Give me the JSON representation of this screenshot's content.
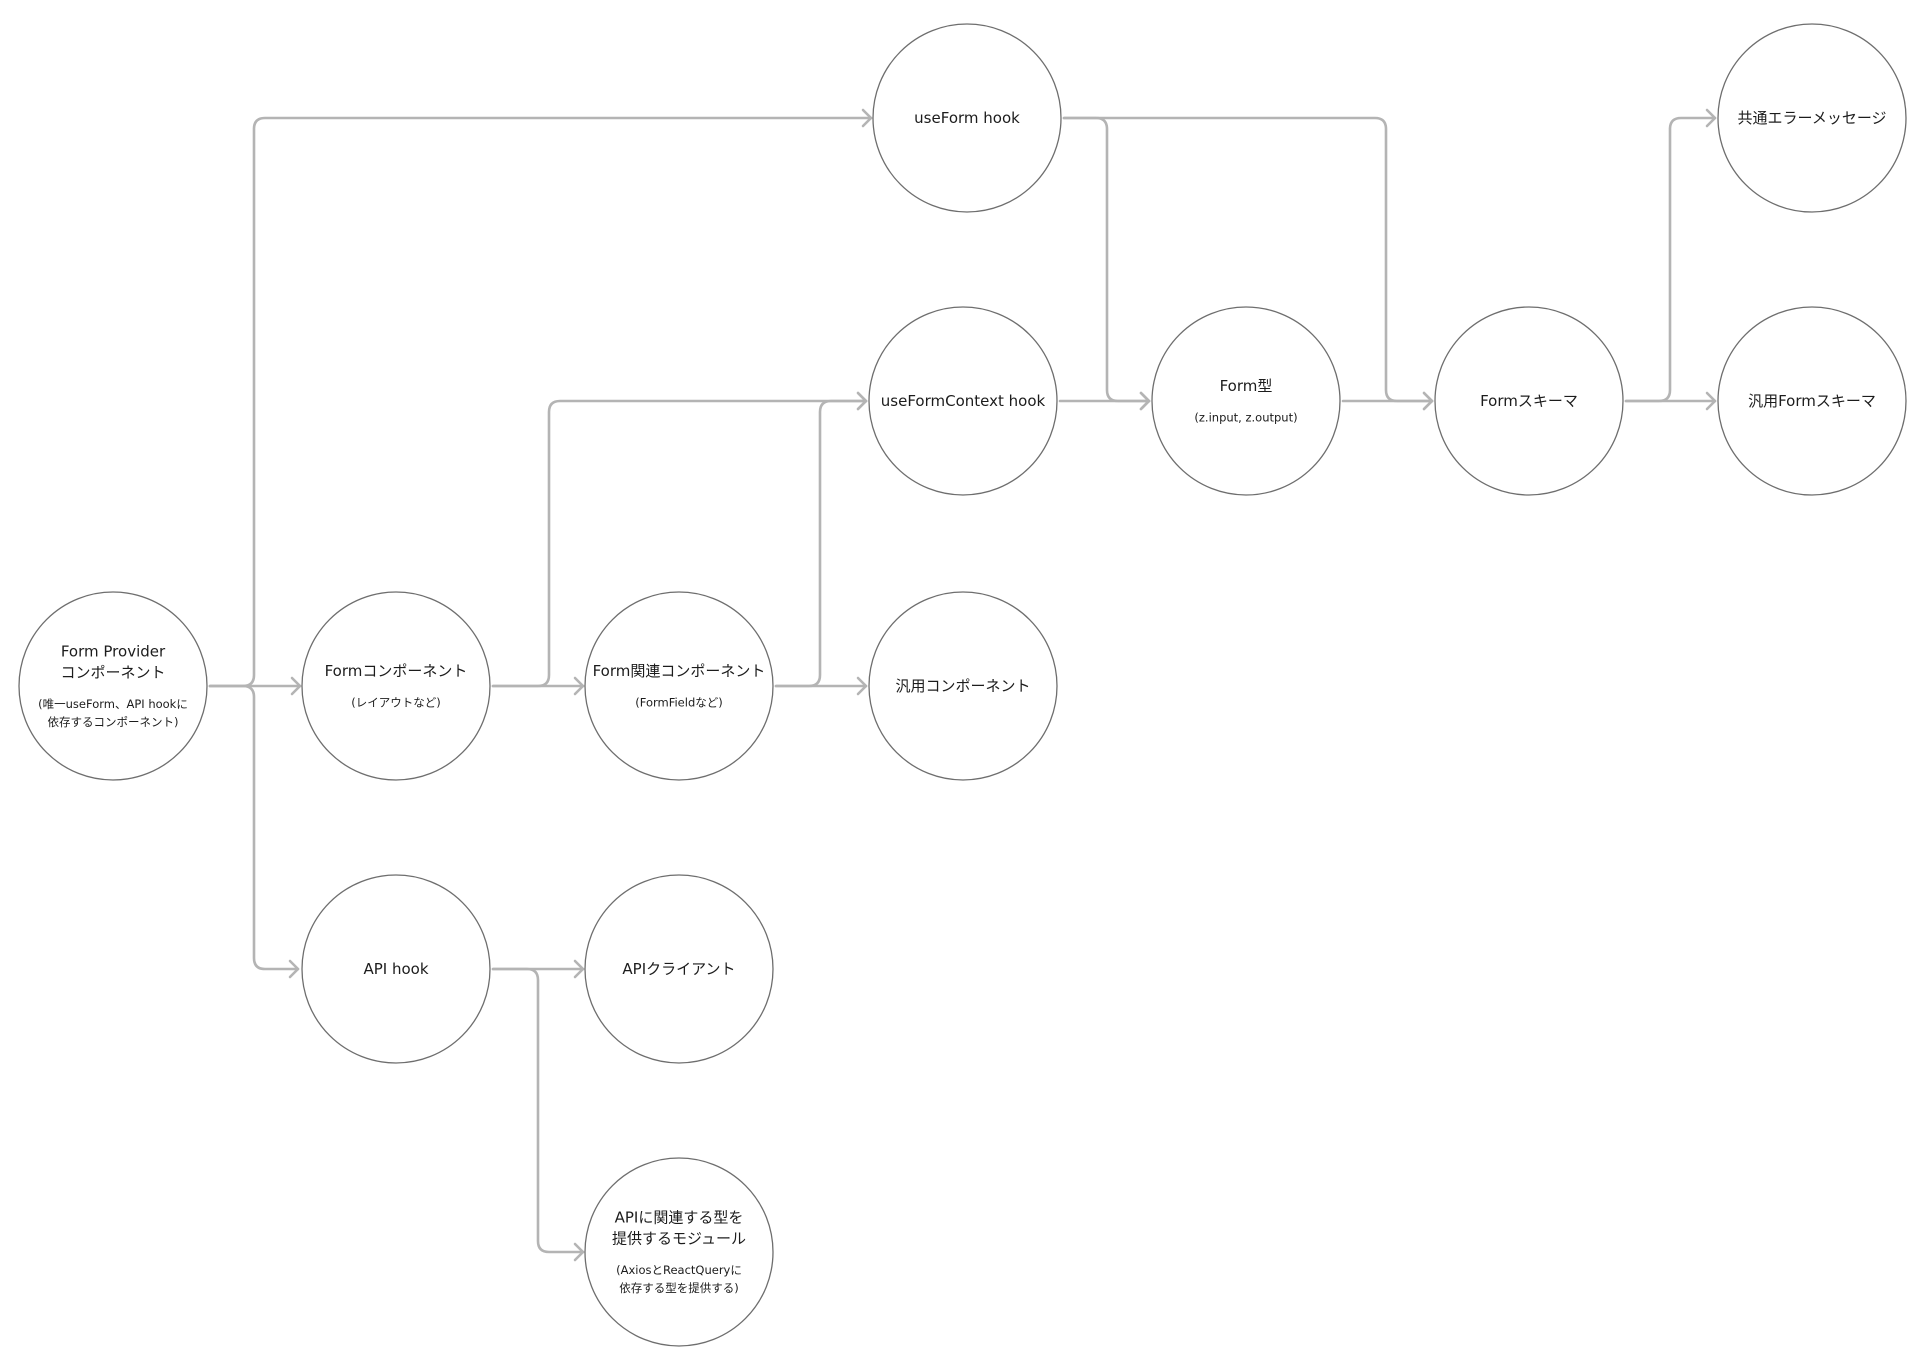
{
  "nodes": {
    "form_provider": {
      "title_lines": [
        "Form Provider",
        "コンポーネント"
      ],
      "sub_lines": [
        "(唯一useForm、API hookに",
        "依存するコンポーネント)"
      ]
    },
    "use_form_hook": {
      "title_lines": [
        "useForm hook"
      ],
      "sub_lines": []
    },
    "use_form_context_hook": {
      "title_lines": [
        "useFormContext hook"
      ],
      "sub_lines": []
    },
    "form_component": {
      "title_lines": [
        "Formコンポーネント"
      ],
      "sub_lines": [
        "(レイアウトなど)"
      ]
    },
    "form_related_component": {
      "title_lines": [
        "Form関連コンポーネント"
      ],
      "sub_lines": [
        "(FormFieldなど)"
      ]
    },
    "generic_component": {
      "title_lines": [
        "汎用コンポーネント"
      ],
      "sub_lines": []
    },
    "form_type": {
      "title_lines": [
        "Form型"
      ],
      "sub_lines": [
        "(z.input, z.output)"
      ]
    },
    "form_schema": {
      "title_lines": [
        "Formスキーマ"
      ],
      "sub_lines": []
    },
    "common_error_message": {
      "title_lines": [
        "共通エラーメッセージ"
      ],
      "sub_lines": []
    },
    "generic_form_schema": {
      "title_lines": [
        "汎用Formスキーマ"
      ],
      "sub_lines": []
    },
    "api_hook": {
      "title_lines": [
        "API hook"
      ],
      "sub_lines": []
    },
    "api_client": {
      "title_lines": [
        "APIクライアント"
      ],
      "sub_lines": []
    },
    "api_types_module": {
      "title_lines": [
        "APIに関連する型を",
        "提供するモジュール"
      ],
      "sub_lines": [
        "(AxiosとReactQueryに",
        "依存する型を提供する)"
      ]
    }
  },
  "edges": [
    {
      "from": "form_provider",
      "to": "use_form_hook"
    },
    {
      "from": "form_provider",
      "to": "form_component"
    },
    {
      "from": "form_provider",
      "to": "api_hook"
    },
    {
      "from": "form_component",
      "to": "use_form_context_hook"
    },
    {
      "from": "form_component",
      "to": "form_related_component"
    },
    {
      "from": "form_related_component",
      "to": "use_form_context_hook"
    },
    {
      "from": "form_related_component",
      "to": "generic_component"
    },
    {
      "from": "use_form_hook",
      "to": "form_type"
    },
    {
      "from": "use_form_hook",
      "to": "form_schema"
    },
    {
      "from": "use_form_context_hook",
      "to": "form_type"
    },
    {
      "from": "form_type",
      "to": "form_schema"
    },
    {
      "from": "form_schema",
      "to": "common_error_message"
    },
    {
      "from": "form_schema",
      "to": "generic_form_schema"
    },
    {
      "from": "api_hook",
      "to": "api_client"
    },
    {
      "from": "api_hook",
      "to": "api_types_module"
    }
  ],
  "colors": {
    "edge": "#b4b4b4",
    "node_border": "#6e6e6e",
    "text": "#1c1c1c",
    "background": "#ffffff"
  }
}
